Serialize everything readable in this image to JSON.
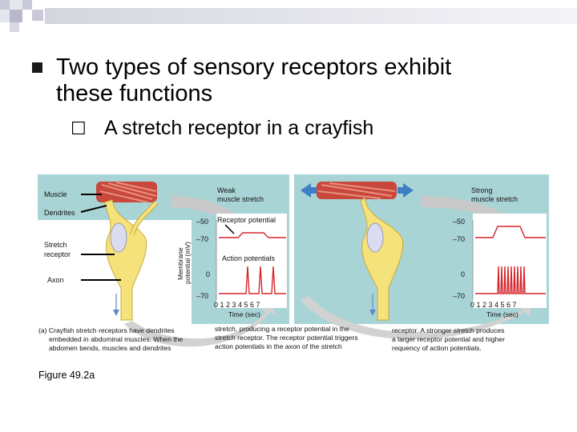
{
  "slide": {
    "bullet": "Two types of sensory receptors exhibit these functions",
    "bullet_line1": "Two types of sensory receptors exhibit",
    "bullet_line2": "these functions",
    "sub_bullet_marker": "¨",
    "sub_bullet": "A stretch receptor in a crayfish"
  },
  "figure": {
    "labels": {
      "muscle": "Muscle",
      "dendrites": "Dendrites",
      "stretch_receptor_1": "Stretch",
      "stretch_receptor_2": "receptor",
      "axon": "Axon",
      "weak_1": "Weak",
      "weak_2": "muscle stretch",
      "strong_1": "Strong",
      "strong_2": "muscle stretch",
      "receptor_potential": "Receptor potential",
      "action_potentials": "Action potentials",
      "ylabel_1": "Membrane",
      "ylabel_2": "potential (mV)",
      "tick_m50": "–50",
      "tick_m70": "–70",
      "tick_0": "0",
      "x_ticks": "0 1 2 3 4 5 6 7",
      "x_label": "Time (sec)"
    },
    "caption": {
      "col1_l1": "(a) Crayfish stretch receptors have dendrites",
      "col1_l2": "embedded in abdominal muscles. When the",
      "col1_l3": "abdomen bends, muscles and dendrites",
      "col2_l1": "stretch, producing a receptor potential in the",
      "col2_l2": "stretch receptor. The receptor potential triggers",
      "col2_l3": "action potentials in the axon of the stretch",
      "col3_l1": "receptor. A stronger stretch produces",
      "col3_l2": "a larger receptor potential and higher",
      "col3_l3": "requency of action potentials."
    },
    "figure_number": "Figure 49.2a",
    "colors": {
      "panel": "#a9d4d6",
      "neuron": "#f5e27a",
      "neuron_edge": "#c9a93a",
      "muscle": "#c8483c",
      "trace": "#d6262b",
      "arrow": "#3d7fc4"
    }
  }
}
